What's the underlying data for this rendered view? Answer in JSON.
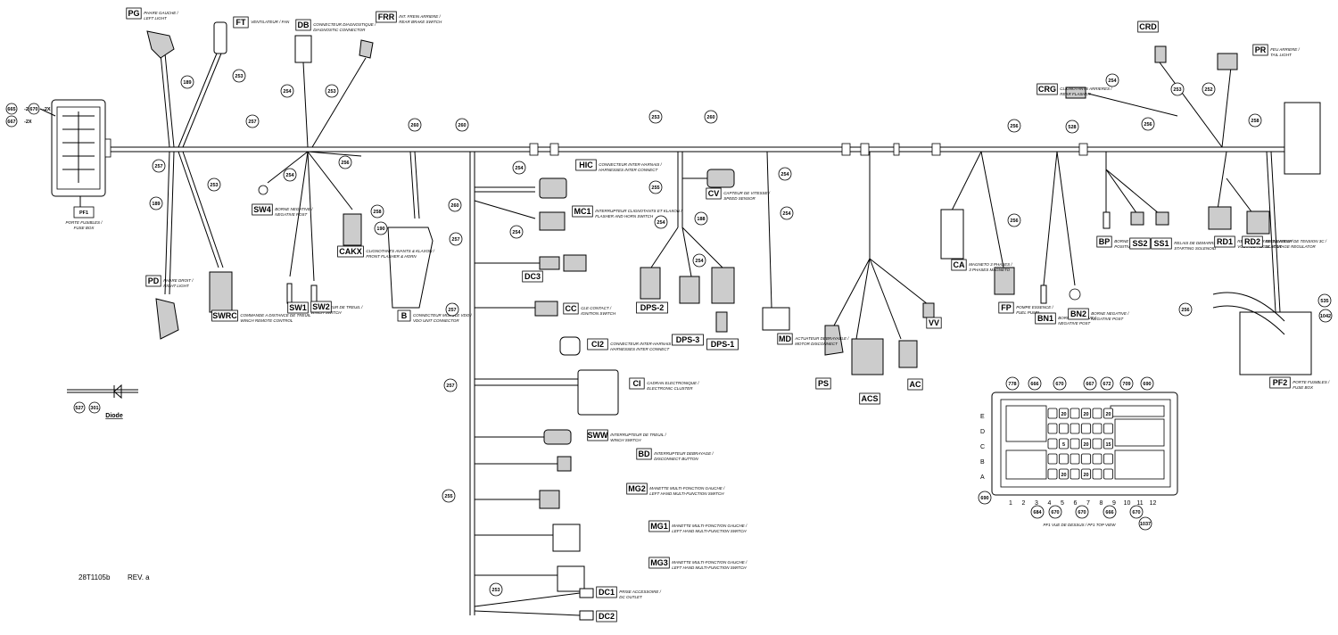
{
  "footer": {
    "drawing_id": "28T1105b",
    "revision": "REV. a"
  },
  "diode": {
    "label": "Diode",
    "refs": [
      "527",
      "301"
    ]
  },
  "fuse_box_left": {
    "code": "PF1",
    "desc_fr": "PORTE FUSIBLES /",
    "desc_en": "FUSE BOX",
    "refs": [
      "665",
      "667",
      "670"
    ],
    "ref_suffix": [
      "-2X",
      "-2X",
      "-2X"
    ]
  },
  "connectors": [
    {
      "code": "PG",
      "desc_fr": "PHARE GAUCHE /",
      "desc_en": "LEFT LIGHT"
    },
    {
      "code": "FT",
      "desc_fr": "VENTILATEUR / FAN",
      "desc_en": ""
    },
    {
      "code": "DB",
      "desc_fr": "CONNECTEUR DIAGNOSTIQUE /",
      "desc_en": "DIAGNOSTIC CONNECTOR"
    },
    {
      "code": "FRR",
      "desc_fr": "INT. FREIN ARRIERE /",
      "desc_en": "REAR BRAKE SWITCH"
    },
    {
      "code": "CAKX",
      "desc_fr": "CLIGNOTANTS AVANTS & KLAXON /",
      "desc_en": "FRONT FLASHER & HORN"
    },
    {
      "code": "PD",
      "desc_fr": "PHARE DROIT /",
      "desc_en": "RIGHT LIGHT"
    },
    {
      "code": "SWRC",
      "desc_fr": "COMMANDE A DISTANCE DE TREUIL",
      "desc_en": "WINCH REMOTE CONTROL"
    },
    {
      "code": "SW4",
      "desc_fr": "BORNE NEGATIVE /",
      "desc_en": "NEGATIVE POST"
    },
    {
      "code": "SW1",
      "desc_fr": "CONTACTEUR DE TREUIL /",
      "desc_en": "WINCH SWITCH"
    },
    {
      "code": "SW2",
      "desc_fr": "",
      "desc_en": ""
    },
    {
      "code": "B",
      "desc_fr": "CONNECTEUR MODULE VDO /",
      "desc_en": "VDO UNIT CONNECTOR"
    },
    {
      "code": "HIC",
      "desc_fr": "CONNECTEUR INTER-HARNAIS /",
      "desc_en": "HARNESSES INTER CONNECT"
    },
    {
      "code": "MC1",
      "desc_fr": "INTERRUPTEUR CLIGNOTANTS ET KLAXON /",
      "desc_en": "FLASHER AND HORN SWITCH"
    },
    {
      "code": "DC3",
      "desc_fr": "",
      "desc_en": ""
    },
    {
      "code": "CC",
      "desc_fr": "CLE CONTACT /",
      "desc_en": "IGNITION SWITCH"
    },
    {
      "code": "CI2",
      "desc_fr": "CONNECTEUR INTER-HARNAIS /",
      "desc_en": "HARNESSES INTER CONNECT"
    },
    {
      "code": "CI",
      "desc_fr": "CADRAN ELECTRONIQUE /",
      "desc_en": "ELECTRONIC CLUSTER"
    },
    {
      "code": "SWW",
      "desc_fr": "INTERRUPTEUR DE TREUIL /",
      "desc_en": "WINCH SWITCH"
    },
    {
      "code": "BD",
      "desc_fr": "INTERRUPTEUR DEBRAYAGE /",
      "desc_en": "DISCONNECT BUTTON"
    },
    {
      "code": "MG2",
      "desc_fr": "MANETTE MULTI-FONCTION GAUCHE /",
      "desc_en": "LEFT HAND MULTI-FUNCTION SWITCH"
    },
    {
      "code": "MG1",
      "desc_fr": "MANETTE MULTI-FONCTION GAUCHE /",
      "desc_en": "LEFT HAND MULTI-FUNCTION SWITCH"
    },
    {
      "code": "MG3",
      "desc_fr": "MANETTE MULTI-FONCTION GAUCHE /",
      "desc_en": "LEFT HAND MULTI-FUNCTION SWITCH"
    },
    {
      "code": "DC1",
      "desc_fr": "PRISE ACCESSOIRE /",
      "desc_en": "DC OUTLET"
    },
    {
      "code": "DC2",
      "desc_fr": "",
      "desc_en": ""
    },
    {
      "code": "CV",
      "desc_fr": "CAPTEUR DE VITESSE /",
      "desc_en": "SPEED SENSOR"
    },
    {
      "code": "DPS-2",
      "desc_fr": "",
      "desc_en": ""
    },
    {
      "code": "DPS-3",
      "desc_fr": "",
      "desc_en": ""
    },
    {
      "code": "DPS-1",
      "desc_fr": "",
      "desc_en": ""
    },
    {
      "code": "MD",
      "desc_fr": "ACTUATEUR DEBRAYABLE /",
      "desc_en": "MOTOR DISCONNECT"
    },
    {
      "code": "PS",
      "desc_fr": "",
      "desc_en": ""
    },
    {
      "code": "ACS",
      "desc_fr": "",
      "desc_en": ""
    },
    {
      "code": "AC",
      "desc_fr": "",
      "desc_en": ""
    },
    {
      "code": "VV",
      "desc_fr": "",
      "desc_en": ""
    },
    {
      "code": "CA",
      "desc_fr": "MAGNETO 3 PHASES /",
      "desc_en": "3 PHASES MAGNETO"
    },
    {
      "code": "FP",
      "desc_fr": "POMPE ESSENCE /",
      "desc_en": "FUEL PUMP"
    },
    {
      "code": "BN1",
      "desc_fr": "BORNE NEGATIVE /",
      "desc_en": "NEGATIVE POST"
    },
    {
      "code": "BN2",
      "desc_fr": "BORNE NEGATIVE /",
      "desc_en": "NEGATIVE POST"
    },
    {
      "code": "BP",
      "desc_fr": "BORNE POSITIVE /",
      "desc_en": "POSITIVE POST"
    },
    {
      "code": "SS2",
      "desc_fr": "",
      "desc_en": ""
    },
    {
      "code": "SS1",
      "desc_fr": "RELAIS DE DEMARRAGE /",
      "desc_en": "STARTING SOLENOID"
    },
    {
      "code": "RD1",
      "desc_fr": "REGULATEUR DE TENSION /",
      "desc_en": "VOLTAGE REGULATOR"
    },
    {
      "code": "RD2",
      "desc_fr": "REGULATEUR DE TENSION 3C /",
      "desc_en": "3C VOLTAGE REGULATOR"
    },
    {
      "code": "CRD",
      "desc_fr": "",
      "desc_en": ""
    },
    {
      "code": "CRG",
      "desc_fr": "CLIGNOTANTS ARRIERES /",
      "desc_en": "REAR FLASHER"
    },
    {
      "code": "PR",
      "desc_fr": "FEU ARRIERE /",
      "desc_en": "TAIL LIGHT"
    },
    {
      "code": "PF2",
      "desc_fr": "PORTE FUSIBLES /",
      "desc_en": "FUSE BOX"
    }
  ],
  "callouts": [
    "189",
    "253",
    "254",
    "253",
    "257",
    "260",
    "260",
    "257",
    "189",
    "253",
    "254",
    "256",
    "258",
    "190",
    "254",
    "254",
    "255",
    "254",
    "188",
    "254",
    "254",
    "260",
    "254",
    "253",
    "256",
    "256",
    "528",
    "256",
    "254",
    "253",
    "252",
    "258",
    "260",
    "257",
    "257",
    "257",
    "255",
    "253"
  ],
  "fuse_panel": {
    "rows": [
      "E",
      "D",
      "C",
      "B",
      "A"
    ],
    "cols": [
      "1",
      "2",
      "3",
      "4",
      "5",
      "6",
      "7",
      "8",
      "9",
      "10",
      "11",
      "12"
    ],
    "refs_top": [
      "778",
      "666",
      "670",
      "667",
      "672",
      "709",
      "690"
    ],
    "refs_bottom": [
      "690",
      "684",
      "670",
      "670",
      "666",
      "670",
      "1037"
    ],
    "fuse_values": [
      "20",
      "20",
      "20",
      "5",
      "20",
      "15",
      "20",
      "20"
    ],
    "caption": "PF1 VUE DE DESSUS / PF1 TOP VIEW"
  },
  "pf2_refs": [
    "535",
    "1042",
    "256"
  ]
}
